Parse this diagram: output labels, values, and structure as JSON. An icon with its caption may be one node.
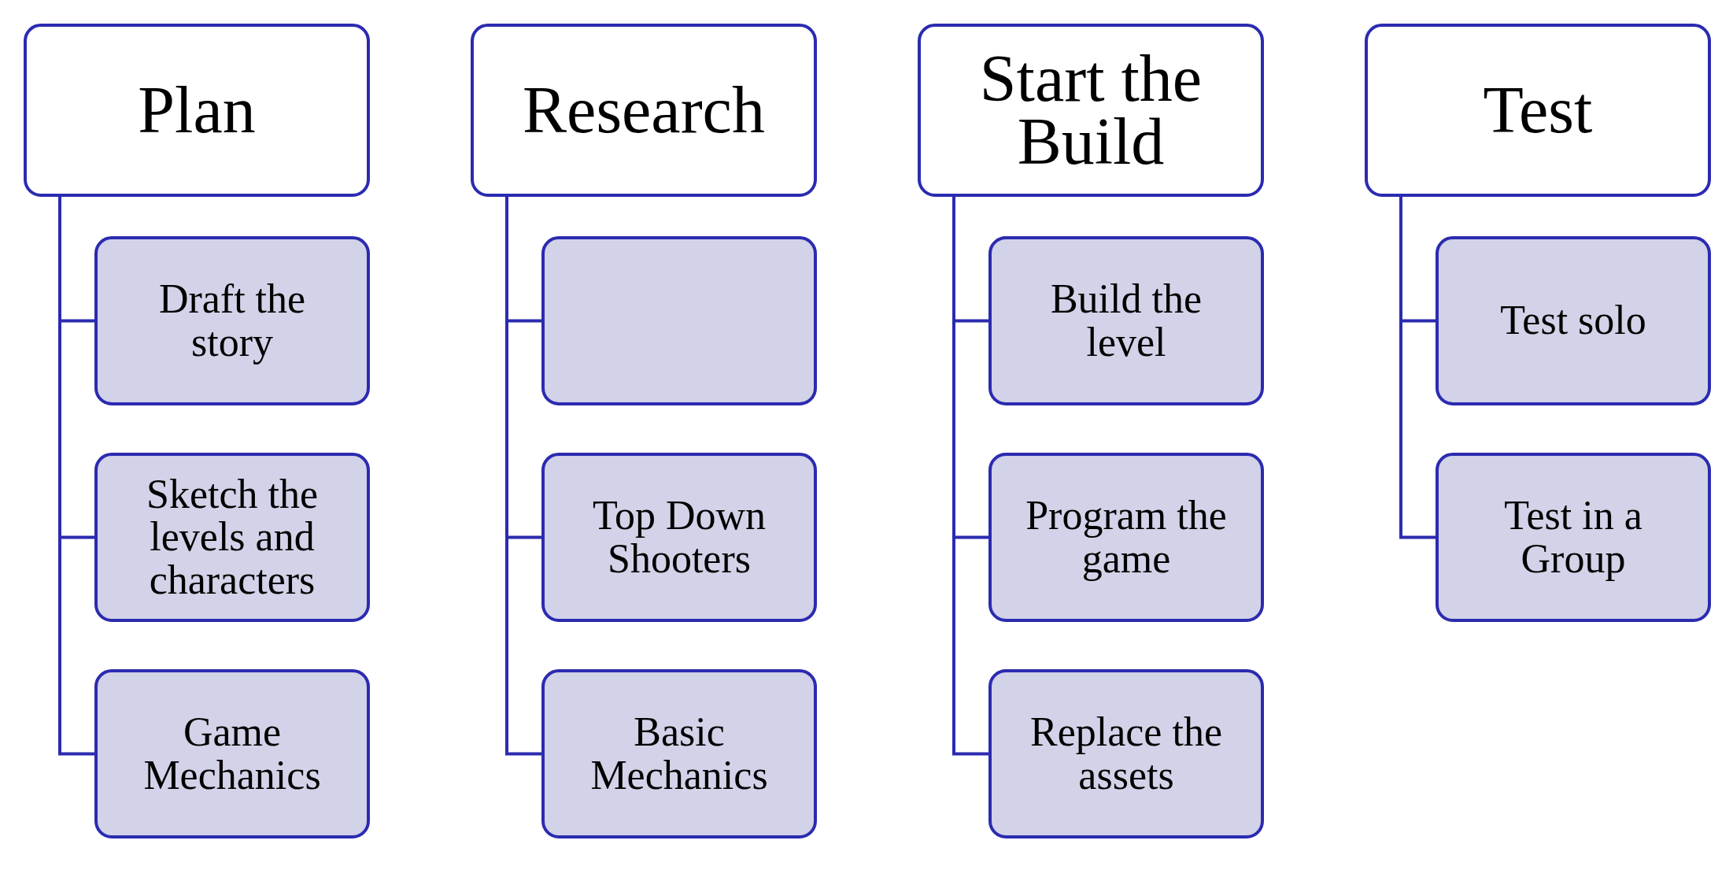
{
  "diagram": {
    "nodes": [
      {
        "text": [
          "Plan"
        ]
      },
      {
        "text": [
          "Draft the story"
        ]
      },
      {
        "text": [
          "Sketch the levels and characters"
        ]
      },
      {
        "text": [
          "Game Mechanics"
        ]
      },
      {
        "text": [
          "Research"
        ]
      },
      {
        "text": [],
        "shape": "box"
      },
      {
        "text": [
          "Top Down Shooters"
        ]
      },
      {
        "text": [
          "Basic Mechanics"
        ]
      },
      {
        "text": [
          "Start the Build"
        ]
      },
      {
        "text": [
          "Build the level"
        ]
      },
      {
        "text": [
          "Program the game"
        ]
      },
      {
        "text": [
          "Replace the assets"
        ]
      },
      {
        "text": [
          "Test"
        ]
      },
      {
        "text": [
          "Test solo"
        ]
      },
      {
        "text": [
          "Test in a Group"
        ]
      }
    ],
    "edges": [
      {
        "from": 0,
        "to": 1,
        "arrow": "none"
      },
      {
        "from": 0,
        "to": 2,
        "arrow": "none"
      },
      {
        "from": 0,
        "to": 3,
        "arrow": "none"
      },
      {
        "from": 4,
        "to": 5,
        "arrow": "none"
      },
      {
        "from": 4,
        "to": 6,
        "arrow": "none"
      },
      {
        "from": 4,
        "to": 7,
        "arrow": "none"
      },
      {
        "from": 8,
        "to": 9,
        "arrow": "none"
      },
      {
        "from": 8,
        "to": 10,
        "arrow": "none"
      },
      {
        "from": 8,
        "to": 11,
        "arrow": "none"
      },
      {
        "from": 12,
        "to": 13,
        "arrow": "none"
      },
      {
        "from": 12,
        "to": 14,
        "arrow": "none"
      }
    ]
  }
}
